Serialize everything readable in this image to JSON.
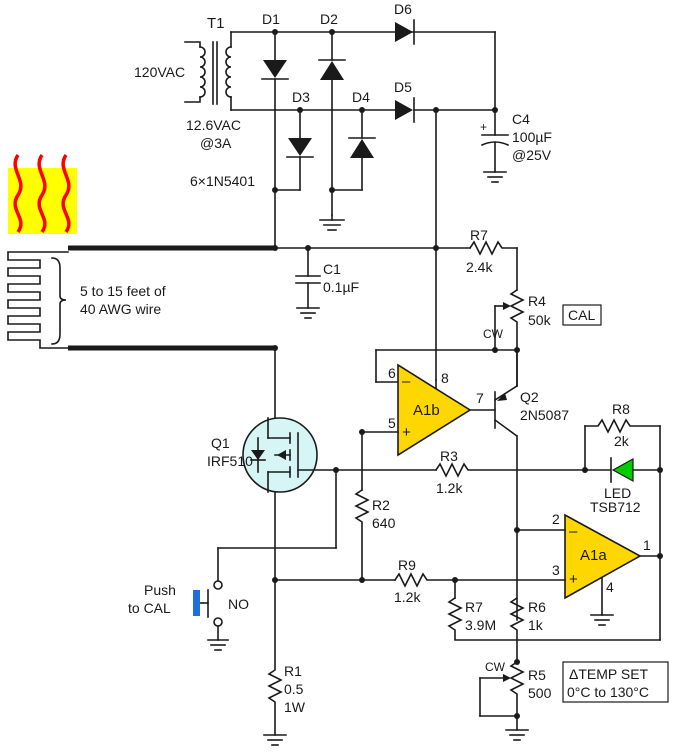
{
  "transformer": {
    "ref": "T1",
    "primary": "120VAC",
    "secondary": "12.6VAC",
    "secondary_rating": "@3A"
  },
  "bridge_diodes": {
    "d1": "D1",
    "d2": "D2",
    "d3": "D3",
    "d4": "D4",
    "part": "6×1N5401"
  },
  "d5": "D5",
  "d6": "D6",
  "c4": {
    "ref": "C4",
    "value": "100µF",
    "rating": "@25V"
  },
  "c1": {
    "ref": "C1",
    "value": "0.1µF"
  },
  "heater_wire": {
    "line1": "5 to 15 feet of",
    "line2": "40 AWG wire"
  },
  "r7_top": {
    "ref": "R7",
    "value": "2.4k"
  },
  "r4": {
    "ref": "R4",
    "value": "50k",
    "cw": "CW",
    "tag": "CAL"
  },
  "a1b": {
    "ref": "A1b",
    "pin_inv": "6",
    "pin_noninv": "5",
    "pin_supply": "8",
    "pin_out": "7"
  },
  "q2": {
    "ref": "Q2",
    "part": "2N5087"
  },
  "q1": {
    "ref": "Q1",
    "part": "IRF510"
  },
  "r8": {
    "ref": "R8",
    "value": "2k"
  },
  "r3": {
    "ref": "R3",
    "value": "1.2k"
  },
  "led": {
    "label": "LED"
  },
  "r2": {
    "ref": "R2",
    "value": "640"
  },
  "a1a": {
    "ref": "A1a",
    "part": "TSB712",
    "pin_inv": "2",
    "pin_noninv": "3",
    "pin_out": "1",
    "pin_gnd": "4"
  },
  "r9": {
    "ref": "R9",
    "value": "1.2k"
  },
  "r7_bottom": {
    "ref": "R7",
    "value": "3.9M"
  },
  "r6": {
    "ref": "R6",
    "value": "1k"
  },
  "pushbutton": {
    "line1": "Push",
    "line2": "to CAL",
    "contact": "NO"
  },
  "r5": {
    "ref": "R5",
    "value": "500",
    "cw": "CW",
    "tag_line1": "ΔTEMP SET",
    "tag_line2": "0°C to 130°C"
  },
  "r1": {
    "ref": "R1",
    "value": "0.5",
    "rating": "1W"
  },
  "colors": {
    "heat_background": "#ffff00",
    "heat_wave": "#ff0000",
    "opamp_fill": "#ffd700",
    "mosfet_fill": "#d6f5f5",
    "led_fill": "#00cc00",
    "button_fill": "#1e6fd9"
  }
}
